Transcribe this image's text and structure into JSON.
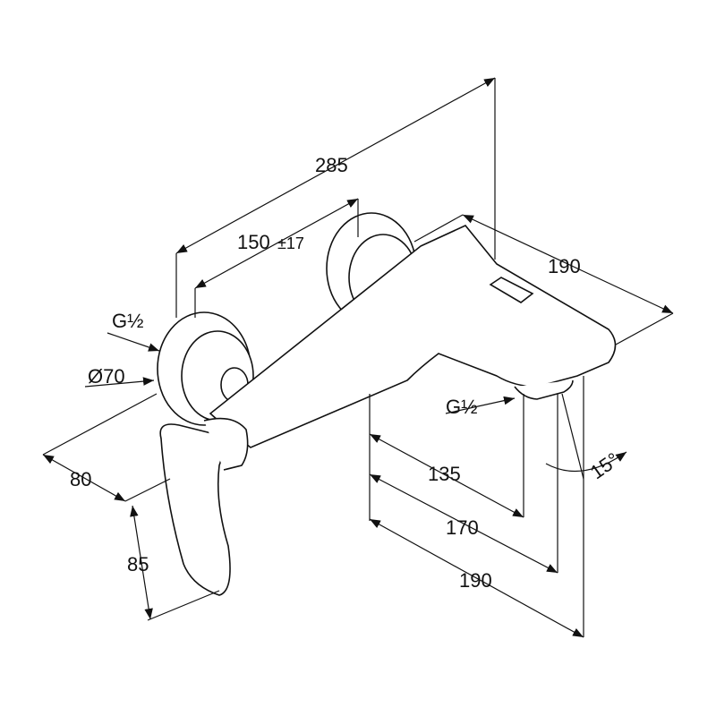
{
  "dimensions": {
    "overall_width": "285",
    "inlet_spacing": "150",
    "inlet_tolerance": "±17",
    "spout_length_top": "190",
    "inlet_thread_upper": "G½",
    "rosette_diameter": "Ø70",
    "wall_to_handle": "80",
    "handle_height": "85",
    "outlet_135": "135",
    "outlet_170": "170",
    "outlet_190": "190",
    "outlet_thread": "G½",
    "spout_angle": "15°"
  }
}
